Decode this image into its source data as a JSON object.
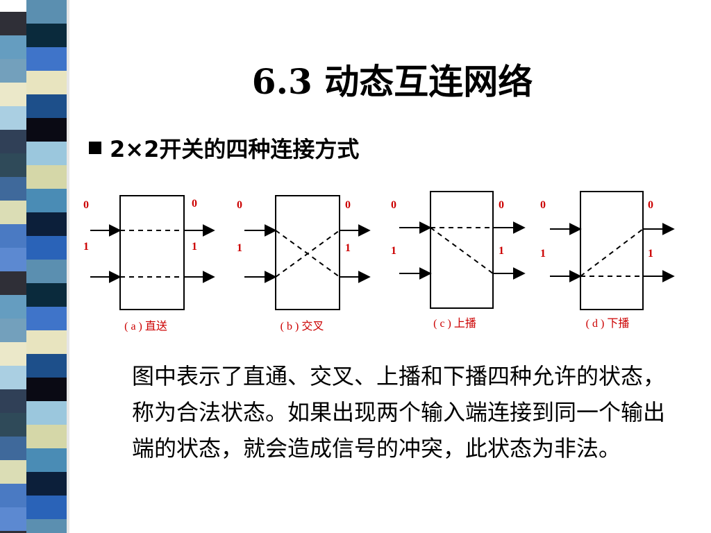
{
  "slide": {
    "title": "6.3 动态互连网络",
    "bullet": "2×2开关的四种连接方式",
    "paragraph": "图中表示了直通、交叉、上播和下播四种允许的状态，称为合法状态。如果出现两个输入端连接到同一个输出端的状态，就会造成信号的冲突，此状态为非法。"
  },
  "diagrams": [
    {
      "caption": "( a ) 直送",
      "in0": "0",
      "in1": "1",
      "out0": "0",
      "out1": "1"
    },
    {
      "caption": "( b ) 交叉",
      "in0": "0",
      "in1": "1",
      "out0": "0",
      "out1": "1"
    },
    {
      "caption": "( c ) 上播",
      "in0": "0",
      "in1": "1",
      "out0": "0",
      "out1": "1"
    },
    {
      "caption": "( d ) 下播",
      "in0": "0",
      "in1": "1",
      "out0": "0",
      "out1": "1"
    }
  ],
  "colors": {
    "label_red": "#cc0000",
    "strip": [
      "#5b8fb0",
      "#0a2a3c",
      "#3f74c9",
      "#e8e4bf",
      "#1d4f8a",
      "#0a0a14",
      "#9bc7dd",
      "#d5d7a8",
      "#4a8cb5",
      "#0c1f3a",
      "#2a63b8"
    ]
  }
}
